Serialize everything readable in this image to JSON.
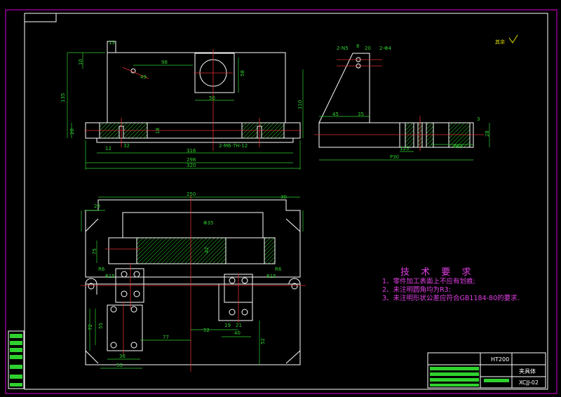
{
  "tech_requirements": {
    "title": "技 术 要 求",
    "items": [
      "1、零件加工表面上不应有划痕;",
      "2、未注明圆角均为R3;",
      "3、未注明形状公差应符合GB1184-80的要求."
    ]
  },
  "title_block": {
    "material": "HT200",
    "part_name": "夹具体",
    "drawing_code": "XCJJ-02"
  },
  "roughness_note": "其余",
  "dims_front": {
    "d13": "13",
    "d10": "10",
    "d98": "98",
    "d49": "49",
    "d58": "58",
    "d135": "135",
    "d110": "110",
    "d50": "50",
    "d20": "20",
    "d18": "18",
    "d12": "12",
    "d32": "32",
    "d316": "316",
    "d298": "298",
    "d320": "320",
    "thread": "2-M6-7H-12"
  },
  "dims_side": {
    "d2n5": "2-N5",
    "d8": "8",
    "d20": "20",
    "d2phi": "2-Φ4",
    "d45": "45",
    "d35": "35",
    "d3": "3",
    "d28": "28",
    "d125": "125",
    "d65": "Φ65",
    "d90": "P30"
  },
  "dims_top": {
    "d250": "250",
    "d30": "30",
    "d20": "20",
    "d35": "Φ35",
    "d75": "75",
    "d42": "42",
    "r6": "R6",
    "r15": "R15",
    "d72": "72",
    "d55": "55",
    "d36": "36",
    "d77": "77",
    "d52": "52",
    "d19": "19",
    "d21": "21",
    "d40": "40",
    "d53": "53",
    "d52b": "52"
  }
}
